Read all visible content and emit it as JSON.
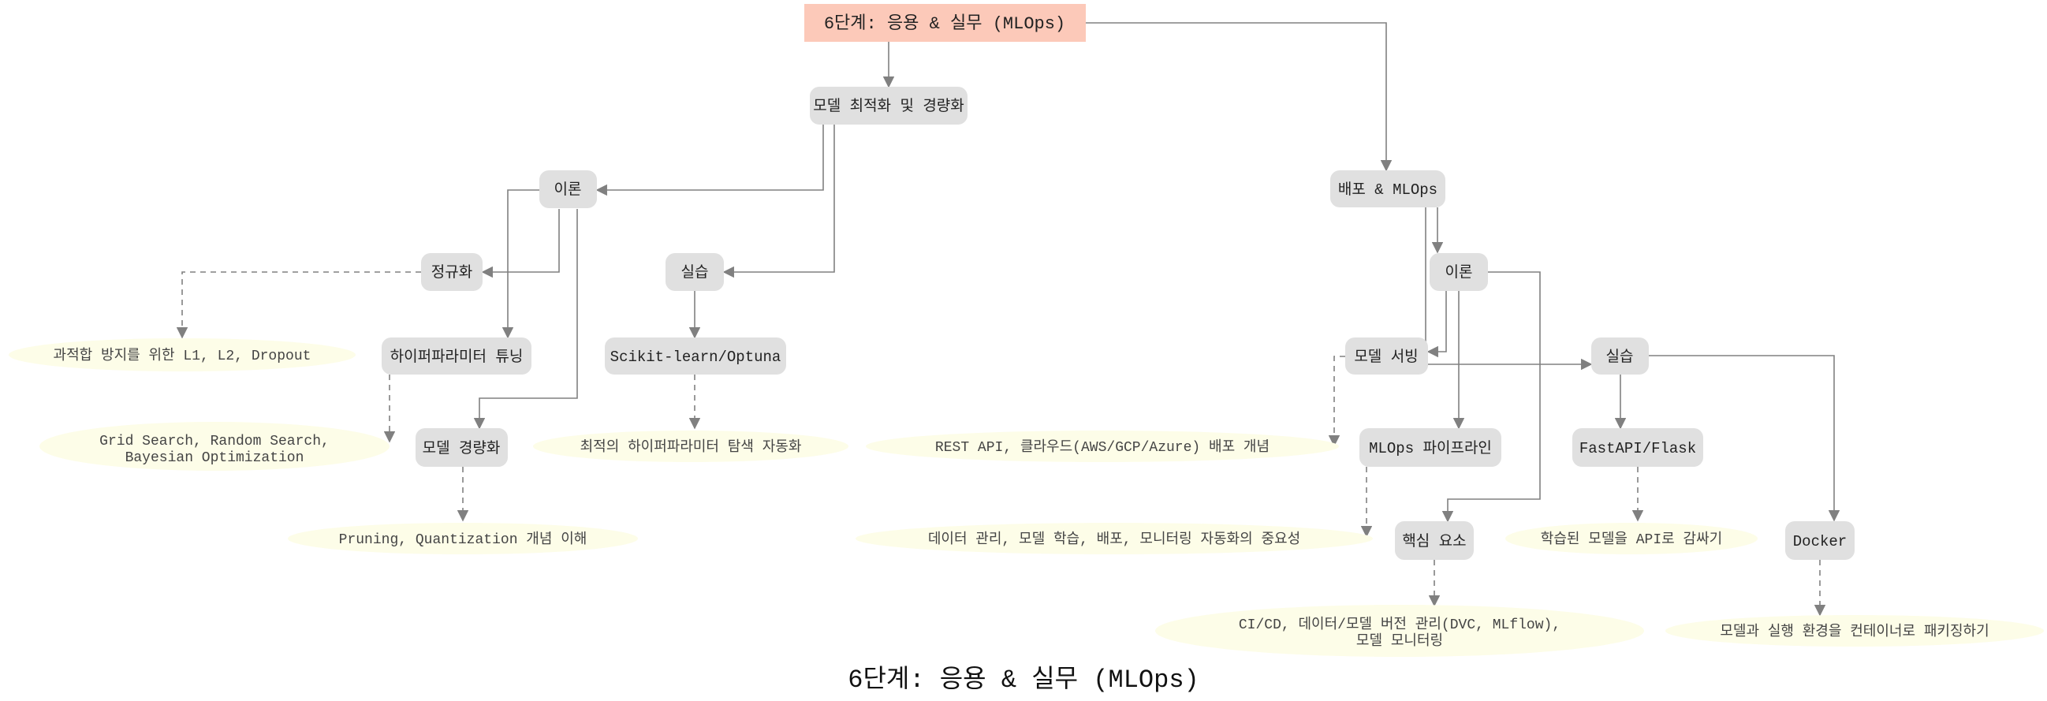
{
  "colors": {
    "root_fill": "#fcc9b9",
    "node_fill": "#e0e0e0",
    "note_fill": "#fdfde8",
    "edge": "#808080"
  },
  "caption": "6단계: 응용 & 실무 (MLOps)",
  "nodes": {
    "root": "6단계: 응용 & 실무 (MLOps)",
    "opt": "모델 최적화 및 경량화",
    "theory1": "이론",
    "reg": "정규화",
    "hyper": "하이퍼파라미터 튜닝",
    "light": "모델 경량화",
    "practice1": "실습",
    "sklearn": "Scikit-learn/Optuna",
    "deploy": "배포 & MLOps",
    "theory2": "이론",
    "serving": "모델 서빙",
    "pipeline": "MLOps 파이프라인",
    "core": "핵심 요소",
    "practice2": "실습",
    "fastapi": "FastAPI/Flask",
    "docker": "Docker"
  },
  "notes": {
    "reg_note": "과적합 방지를 위한 L1, L2, Dropout",
    "hyper_note_1": "Grid Search, Random Search,",
    "hyper_note_2": "Bayesian Optimization",
    "light_note": "Pruning, Quantization 개념 이해",
    "sklearn_note": "최적의 하이퍼파라미터 탐색 자동화",
    "serving_note": "REST API, 클라우드(AWS/GCP/Azure) 배포 개념",
    "pipeline_note": "데이터 관리, 모델 학습, 배포, 모니터링 자동화의 중요성",
    "core_note_1": "CI/CD, 데이터/모델 버전 관리(DVC, MLflow),",
    "core_note_2": "모델 모니터링",
    "fastapi_note": "학습된 모델을 API로 감싸기",
    "docker_note": "모델과 실행 환경을 컨테이너로 패키징하기"
  }
}
